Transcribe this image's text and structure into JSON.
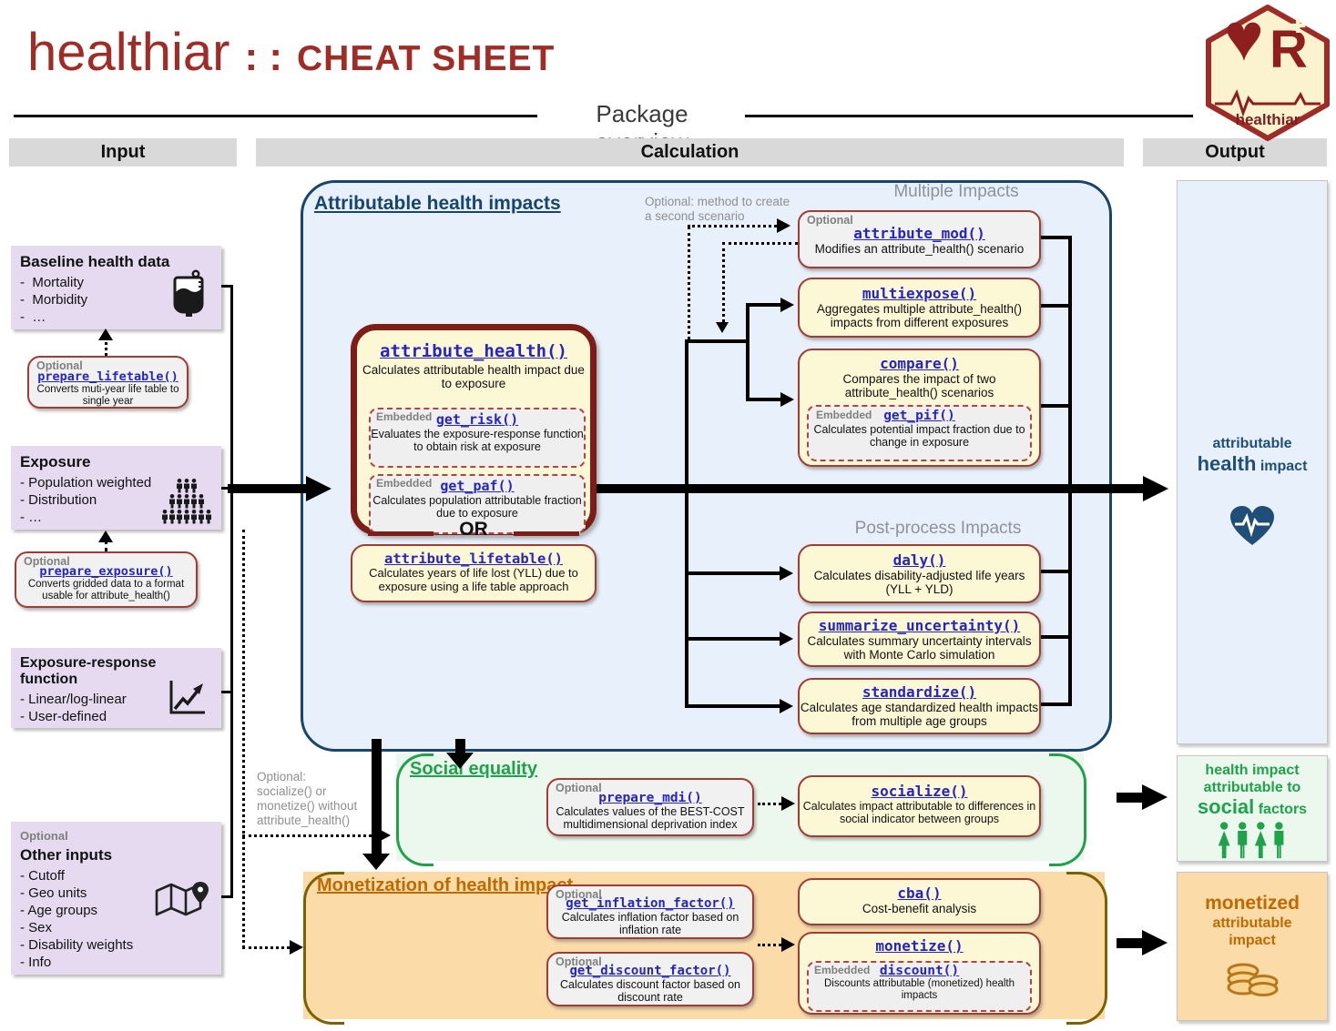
{
  "title": {
    "brand": "healthiar",
    "colons": ": :",
    "sheet": "CHEAT SHEET"
  },
  "overview_label": "Package overview",
  "headers": {
    "input": "Input",
    "calculation": "Calculation",
    "output": "Output"
  },
  "logo": {
    "label": "healthiar",
    "heart_glyph": "♥",
    "r_glyph": "R",
    "cross_glyph": "✚"
  },
  "colors": {
    "title_red": "#A12B25",
    "function_blue": "#2525C4",
    "navy": "#17456E",
    "green": "#1EA24A",
    "monetization_brown": "#BF6A00",
    "box_yellow": "#FCF7D4",
    "box_purple": "#E6DAF0",
    "box_gray": "#F1F1F1",
    "bg_blue": "#E8F1FB",
    "bg_green": "#ECF8EE",
    "bg_orange": "#FBDCA9"
  },
  "input": {
    "baseline": {
      "title": "Baseline health data",
      "items": [
        "-  Mortality",
        "-  Morbidity",
        "-  …"
      ]
    },
    "prepare_lifetable": {
      "label": "Optional",
      "fn": "prepare_lifetable()",
      "desc": "Converts muti-year life table to single year"
    },
    "exposure": {
      "title": "Exposure",
      "items": [
        "- Population weighted",
        "- Distribution",
        "- …"
      ]
    },
    "prepare_exposure": {
      "label": "Optional",
      "fn": "prepare_exposure()",
      "desc": "Converts gridded data to a format usable for attribute_health()"
    },
    "erf": {
      "title": "Exposure-response function",
      "items": [
        "- Linear/log-linear",
        "- User-defined"
      ]
    },
    "other_inputs": {
      "label": "Optional",
      "title": "Other inputs",
      "items": [
        "- Cutoff",
        "- Geo units",
        "- Age groups",
        "- Sex",
        "- Disability weights",
        "- Info"
      ]
    }
  },
  "calc": {
    "section_title": "Attributable health impacts",
    "multiple_impacts_label": "Multiple Impacts",
    "second_scenario_note": "Optional: method to create a second scenario",
    "attribute_mod": {
      "label": "Optional",
      "fn": "attribute_mod()",
      "desc": "Modifies an attribute_health() scenario"
    },
    "multiexpose": {
      "fn": "multiexpose()",
      "desc": "Aggregates multiple attribute_health() impacts from different exposures"
    },
    "compare": {
      "fn": "compare()",
      "desc": "Compares the impact of two attribute_health() scenarios",
      "embedded": {
        "label": "Embedded",
        "fn": "get_pif()",
        "desc": "Calculates potential impact fraction due to change in exposure"
      }
    },
    "attribute_health": {
      "fn": "attribute_health()",
      "desc": "Calculates attributable health impact due to exposure",
      "get_risk": {
        "label": "Embedded",
        "fn": "get_risk()",
        "desc": "Evaluates the exposure-response function to obtain risk at exposure"
      },
      "get_paf": {
        "label": "Embedded",
        "fn": "get_paf()",
        "desc": "Calculates population attributable fraction due to exposure"
      }
    },
    "or_label": "OR",
    "attribute_lifetable": {
      "fn": "attribute_lifetable()",
      "desc": "Calculates years of life lost (YLL) due to exposure using a life table approach"
    },
    "postprocess_label": "Post-process Impacts",
    "daly": {
      "fn": "daly()",
      "desc": "Calculates disability-adjusted life years (YLL + YLD)"
    },
    "summarize_uncertainty": {
      "fn": "summarize_uncertainty()",
      "desc": "Calculates summary uncertainty intervals with Monte Carlo simulation"
    },
    "standardize": {
      "fn": "standardize()",
      "desc": "Calculates age standardized health impacts from multiple age groups"
    },
    "standalone_note": [
      "Optional:",
      "socialize() or",
      "monetize() without",
      "attribute_health()"
    ]
  },
  "social": {
    "title": "Social equality",
    "prepare_mdi": {
      "label": "Optional",
      "fn": "prepare_mdi()",
      "desc": "Calculates values of the BEST-COST multidimensional deprivation index"
    },
    "socialize": {
      "fn": "socialize()",
      "desc": "Calculates impact attributable to differences in social indicator between groups"
    }
  },
  "monetization": {
    "title": "Monetization of health impact",
    "get_inflation_factor": {
      "label": "Optional",
      "fn": "get_inflation_factor()",
      "desc": "Calculates inflation factor based on inflation rate"
    },
    "get_discount_factor": {
      "label": "Optional",
      "fn": "get_discount_factor()",
      "desc": "Calculates discount factor based on discount rate"
    },
    "cba": {
      "fn": "cba()",
      "desc": "Cost-benefit analysis"
    },
    "monetize": {
      "fn": "monetize()",
      "embedded": {
        "label": "Embedded",
        "fn": "discount()",
        "desc": "Discounts attributable (monetized) health impacts"
      }
    }
  },
  "outputs": {
    "health": {
      "l1": "attributable",
      "l2_big": "health",
      "l2_small": " impact"
    },
    "social": {
      "l1": "health impact",
      "l2": "attributable to",
      "l3_big": "social",
      "l3_small": " factors"
    },
    "monetized": {
      "l1": "monetized",
      "l2": "attributable",
      "l3": "impact"
    }
  }
}
